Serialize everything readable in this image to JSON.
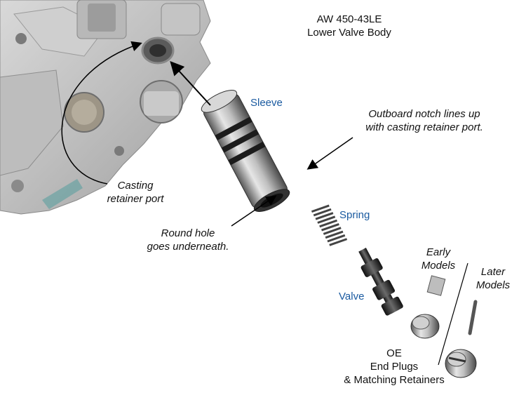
{
  "title": {
    "line1": "AW 450-43LE",
    "line2": "Lower Valve Body"
  },
  "parts": {
    "sleeve": "Sleeve",
    "spring": "Spring",
    "valve": "Valve"
  },
  "callouts": {
    "outboard": {
      "line1": "Outboard notch lines up",
      "line2": "with casting retainer port."
    },
    "casting": {
      "line1": "Casting",
      "line2": "retainer port"
    },
    "round_hole": {
      "line1": "Round hole",
      "line2": "goes underneath."
    }
  },
  "plugs": {
    "early": {
      "line1": "Early",
      "line2": "Models"
    },
    "later": {
      "line1": "Later",
      "line2": "Models"
    },
    "oe": {
      "line1": "OE",
      "line2": "End Plugs",
      "line3": "& Matching Retainers"
    }
  },
  "colors": {
    "label_blue": "#1a5aa0",
    "casting": "#c9c9c9",
    "metal_dark": "#2a2a2a"
  }
}
